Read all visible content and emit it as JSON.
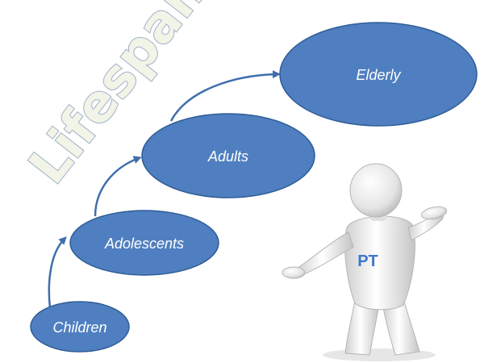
{
  "title": "Lifespan",
  "stages": [
    {
      "label": "Children"
    },
    {
      "label": "Adolescents"
    },
    {
      "label": "Adults"
    },
    {
      "label": "Elderly"
    }
  ],
  "figure": {
    "shirt_text": "PT",
    "icon": "3d-person-figure-icon"
  },
  "colors": {
    "ellipse_fill": "#4f7fc0",
    "ellipse_stroke": "#2f5d96",
    "arrow": "#3f6fad",
    "title_fill": "#f1f4e6",
    "title_stroke": "#9fb1c6"
  }
}
